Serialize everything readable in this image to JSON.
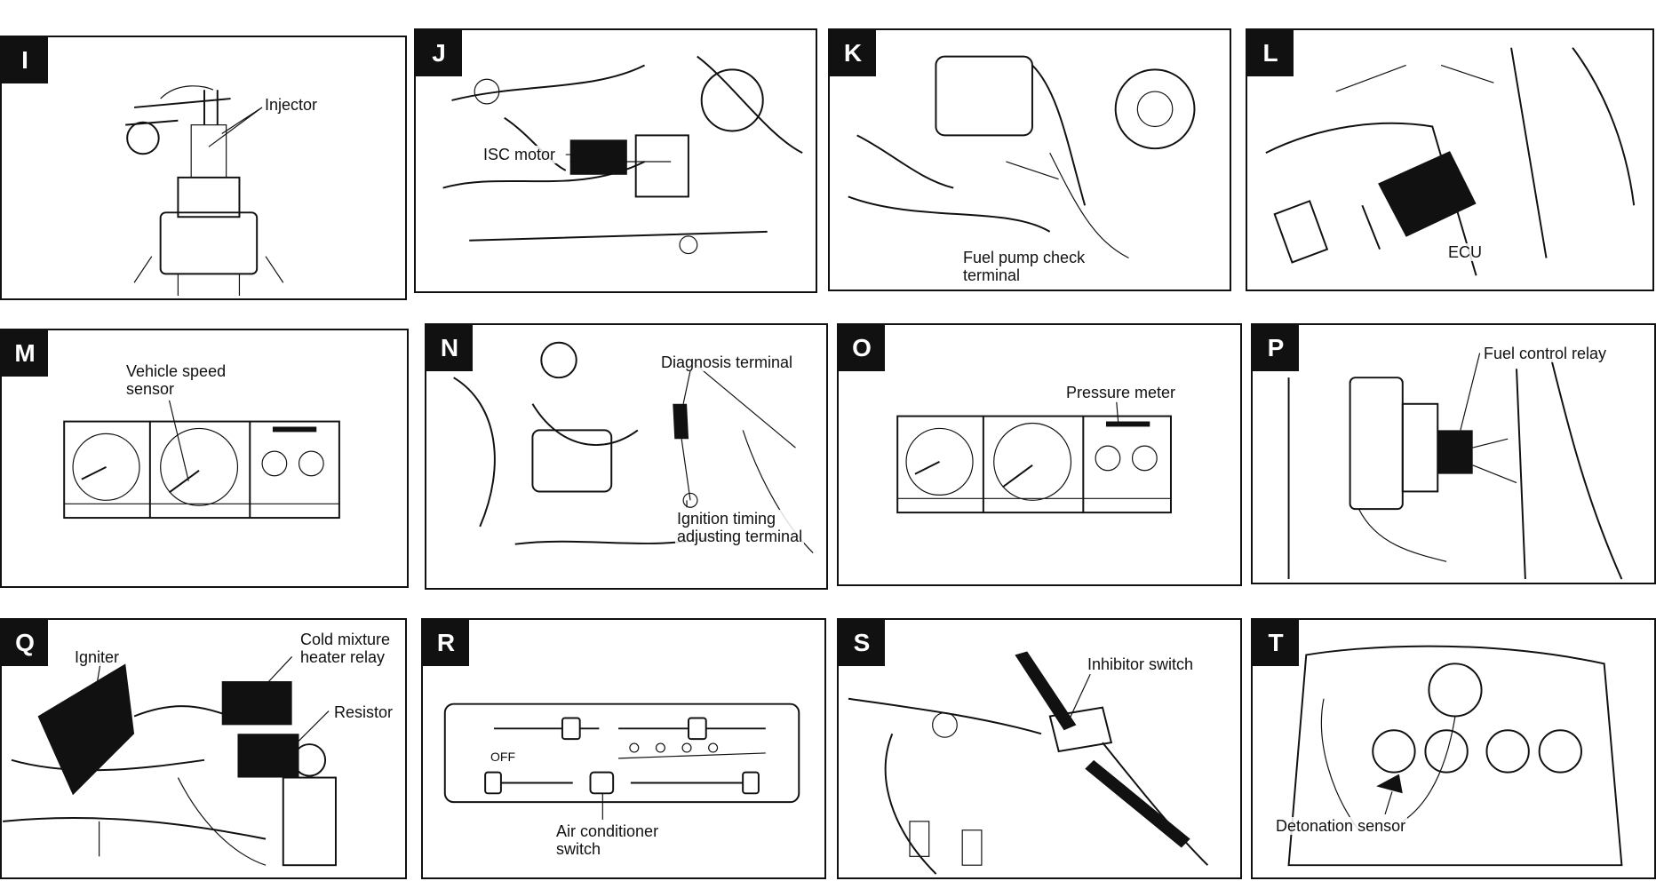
{
  "panels": [
    {
      "letter": "I",
      "labels": [
        "Injector"
      ]
    },
    {
      "letter": "J",
      "labels": [
        "ISC motor"
      ]
    },
    {
      "letter": "K",
      "labels": [
        "Fuel pump check\nterminal"
      ]
    },
    {
      "letter": "L",
      "labels": [
        "ECU"
      ]
    },
    {
      "letter": "M",
      "labels": [
        "Vehicle speed\nsensor"
      ]
    },
    {
      "letter": "N",
      "labels": [
        "Diagnosis terminal",
        "Ignition timing\nadjusting terminal"
      ]
    },
    {
      "letter": "O",
      "labels": [
        "Pressure meter"
      ]
    },
    {
      "letter": "P",
      "labels": [
        "Fuel control relay"
      ]
    },
    {
      "letter": "Q",
      "labels": [
        "Igniter",
        "Cold mixture\nheater relay",
        "Resistor"
      ]
    },
    {
      "letter": "R",
      "labels": [
        "Air conditioner\nswitch"
      ],
      "control_text": "OFF"
    },
    {
      "letter": "S",
      "labels": [
        "Inhibitor switch"
      ]
    },
    {
      "letter": "T",
      "labels": [
        "Detonation sensor"
      ]
    }
  ],
  "colors": {
    "ink": "#111111",
    "paper": "#ffffff"
  }
}
